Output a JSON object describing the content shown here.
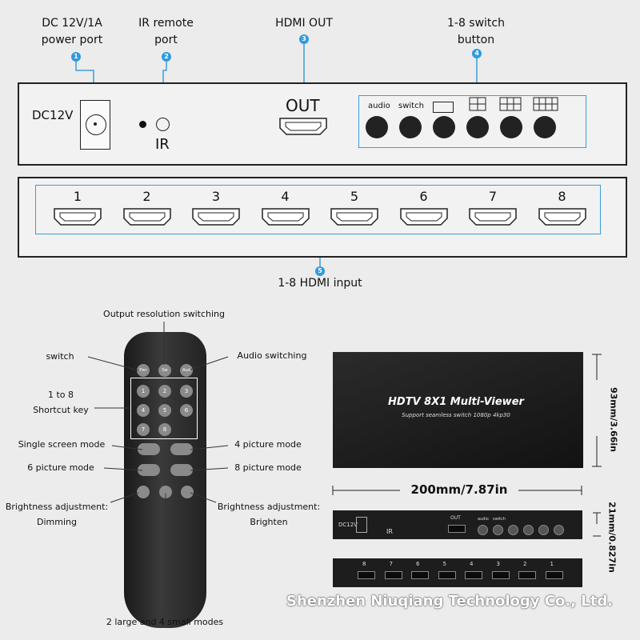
{
  "top_labels": {
    "power_port": "DC 12V/1A\npower port",
    "ir_port": "IR remote\nport",
    "hdmi_out": "HDMI OUT",
    "switch_button": "1-8 switch\nbutton",
    "hdmi_input": "1-8 HDMI input"
  },
  "callout_numbers": [
    "1",
    "2",
    "3",
    "4",
    "5"
  ],
  "rear_panel": {
    "dc_label": "DC12V",
    "ir_label": "IR",
    "out_label": "OUT",
    "button_labels": [
      "audio",
      "switch"
    ]
  },
  "input_panel": {
    "port_numbers": [
      "1",
      "2",
      "3",
      "4",
      "5",
      "6",
      "7",
      "8"
    ]
  },
  "remote_labels": {
    "output_resolution": "Output resolution switching",
    "switch": "switch",
    "audio_switching": "Audio switching",
    "shortcut": "1 to 8\nShortcut key",
    "single_screen": "Single screen mode",
    "four_picture": "4 picture mode",
    "six_picture": "6 picture mode",
    "eight_picture": "8 picture mode",
    "dimming": "Brightness adjustment:\nDimming",
    "brighten": "Brightness adjustment:\nBrighten",
    "two_large": "2 large and 4 small modes"
  },
  "remote_keys": {
    "top": [
      "Pwr",
      "Sw",
      "Aud"
    ],
    "numbers": [
      "1",
      "2",
      "3",
      "4",
      "5",
      "6",
      "7",
      "8"
    ]
  },
  "product": {
    "title": "HDTV 8X1 Multi-Viewer",
    "subtitle": "Support seamless switch 1080p 4kp30",
    "height_dim": "93mm/3.66in",
    "width_dim": "200mm/7.87in",
    "depth_dim": "21mm/0.827in",
    "rear_dc": "DC12V",
    "rear_ir": "IR",
    "rear_out": "OUT",
    "rear_audio": "audio",
    "rear_switch": "switch",
    "front_ports": [
      "8",
      "7",
      "6",
      "5",
      "4",
      "3",
      "2",
      "1"
    ]
  },
  "watermark": "Shenzhen Niuqiang Technology Co., Ltd."
}
